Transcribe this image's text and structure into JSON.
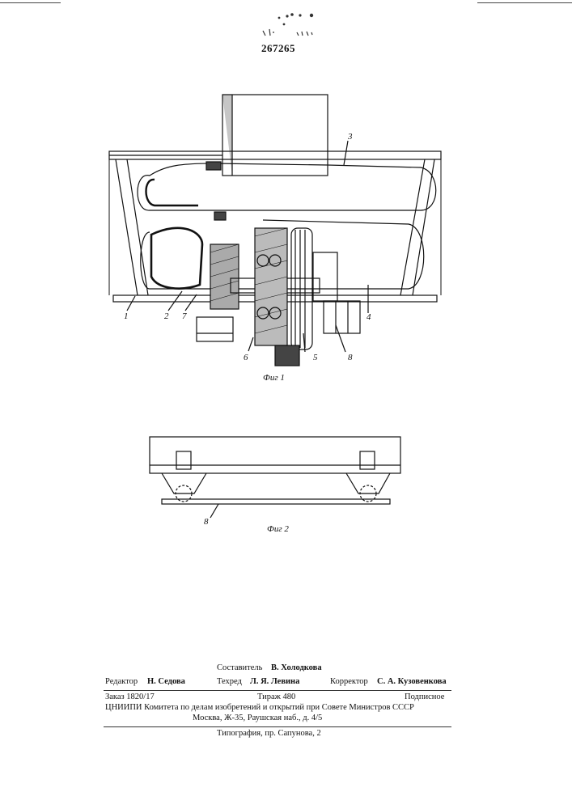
{
  "patent_number": "267265",
  "fig1": {
    "caption": "Фиг 1",
    "labels": [
      "1",
      "2",
      "7",
      "6",
      "5",
      "8",
      "4",
      "3"
    ]
  },
  "fig2": {
    "caption": "Фиг 2",
    "labels": [
      "8"
    ]
  },
  "colophon": {
    "composer_label": "Составитель",
    "composer_name": "В. Холодкова",
    "editor_label": "Редактор",
    "editor_name": "Н. Седова",
    "techred_label": "Техред",
    "techred_name": "Л. Я. Левина",
    "corrector_label": "Корректор",
    "corrector_name": "С. А. Кузовенкова",
    "order": "Заказ 1820/17",
    "circulation": "Тираж 480",
    "subscription": "Подписное",
    "org_line": "ЦНИИПИ Комитета по делам изобретений и открытий при Совете Министров СССР",
    "address": "Москва, Ж-35, Раушская наб., д. 4/5",
    "printing": "Типография, пр. Сапунова, 2"
  }
}
